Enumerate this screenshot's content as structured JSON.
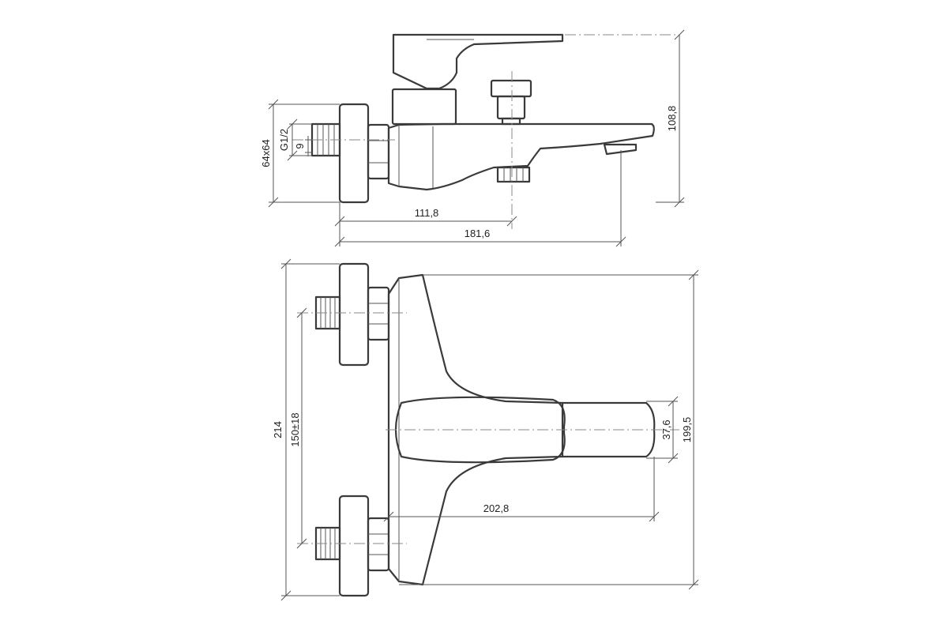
{
  "dimensions": {
    "side_thread": "G1/2",
    "side_thread_offset": "9",
    "flange_size": "64x64",
    "overall_height": "108,8",
    "outlet_to_diverter": "111,8",
    "outlet_to_spout": "181,6",
    "overall_height_front": "214",
    "inlet_spacing": "150±18",
    "spout_height": "199,5",
    "lever_width": "37,6",
    "spout_length": "202,8"
  },
  "colors": {
    "line": "#3a3a3a",
    "dimension": "#555555",
    "background": "#ffffff"
  }
}
